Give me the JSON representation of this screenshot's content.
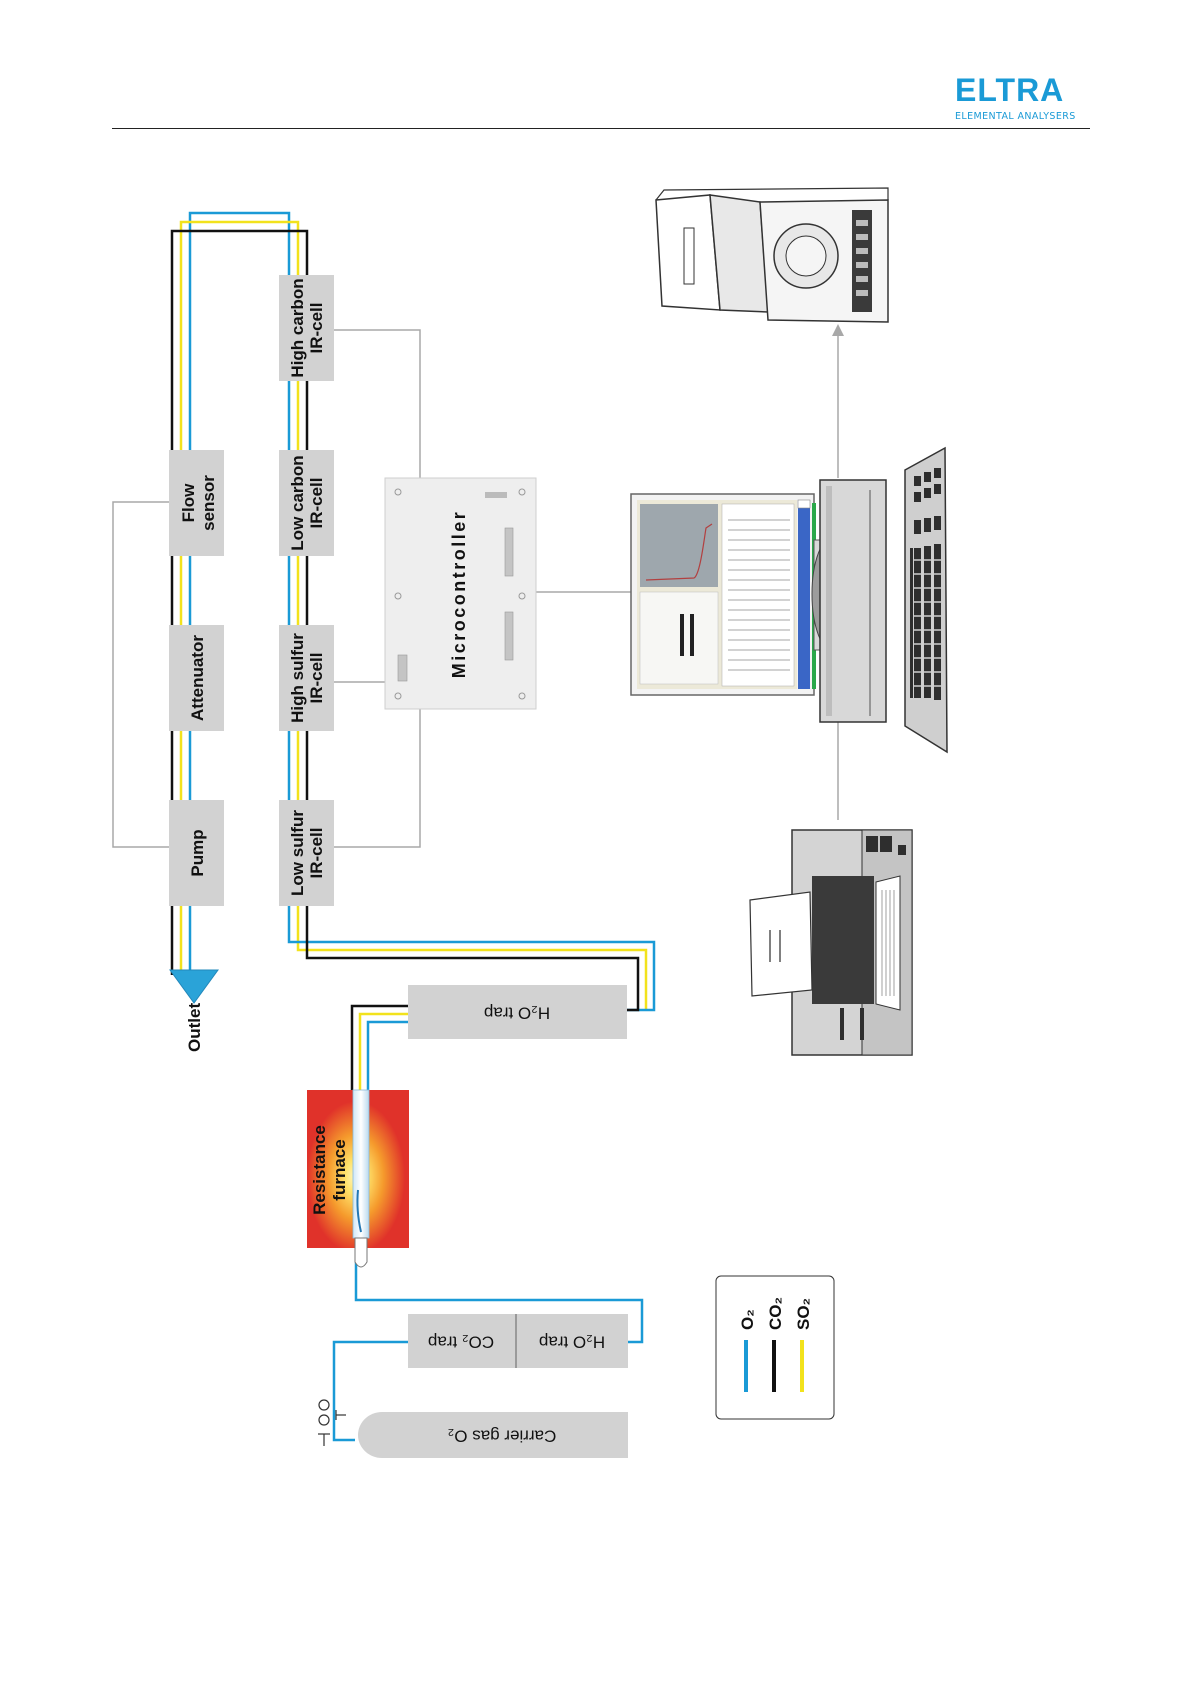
{
  "header": {
    "brand": "ELTRA",
    "tagline": "ELEMENTAL ANALYSERS"
  },
  "diagram": {
    "components": {
      "outlet": "Outlet",
      "pump": "Pump",
      "attenuator": "Attenuator",
      "flow_sensor_1": "Flow",
      "flow_sensor_2": "sensor",
      "low_sulfur_1": "Low sulfur",
      "low_sulfur_2": "IR-cell",
      "high_sulfur_1": "High sulfur",
      "high_sulfur_2": "IR-cell",
      "low_carbon_1": "Low carbon",
      "low_carbon_2": "IR-cell",
      "high_carbon_1": "High carbon",
      "high_carbon_2": "IR-cell",
      "microcontroller": "Microcontroller",
      "h2o_trap_top": "H₂O trap",
      "furnace_1": "Resistance",
      "furnace_2": "furnace",
      "co2_trap": "CO₂ trap",
      "h2o_trap_bottom": "H₂O trap",
      "carrier_gas": "Carrier gas O₂"
    },
    "legend": [
      {
        "name": "O₂",
        "color": "#1a9ad6"
      },
      {
        "name": "CO₂",
        "color": "#111111"
      },
      {
        "name": "SO₂",
        "color": "#f2e21c"
      }
    ],
    "colors": {
      "o2": "#1a9ad6",
      "co2": "#111111",
      "so2": "#f2e21c",
      "box": "#d2d2d2",
      "furnace": "#e0322a",
      "brand": "#1a9ad6"
    }
  }
}
